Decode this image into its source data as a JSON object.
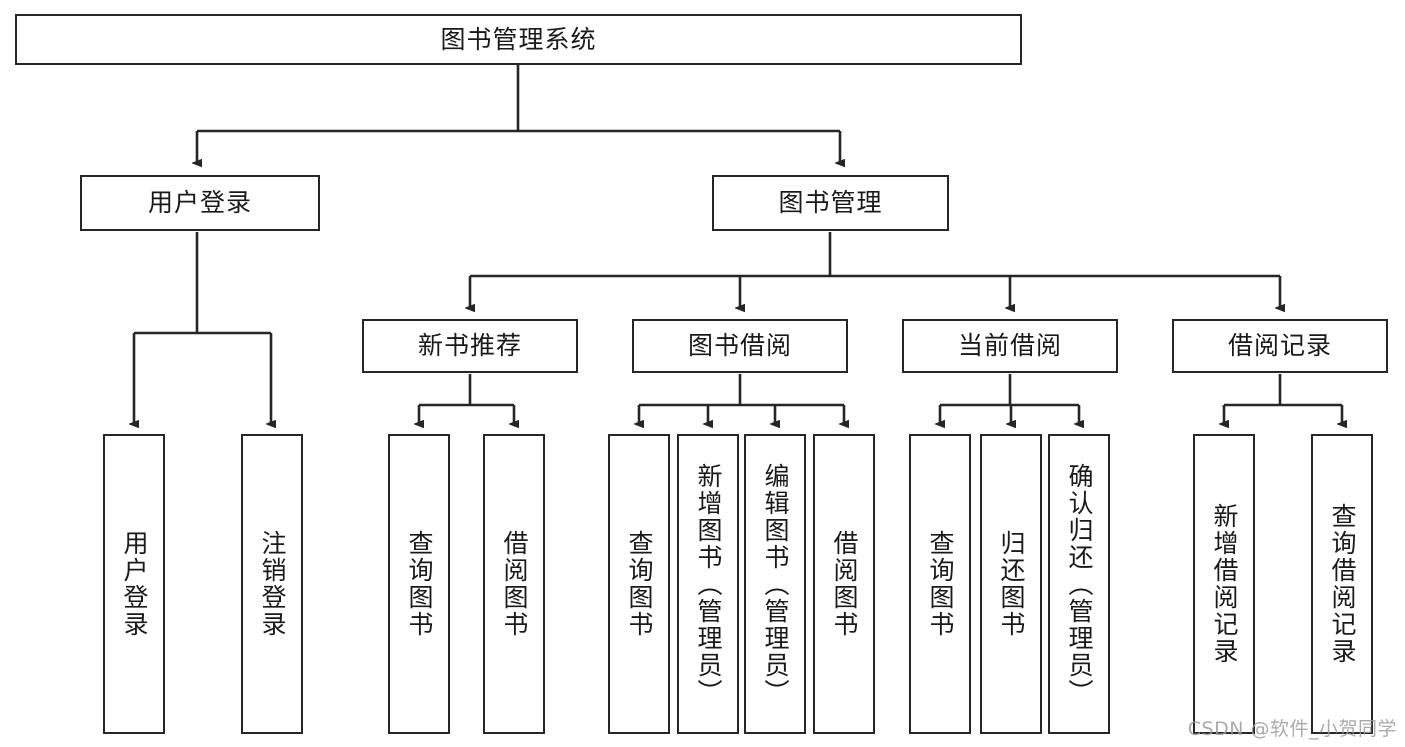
{
  "diagram": {
    "type": "tree-hierarchy",
    "title": "图书管理系统",
    "watermark": "CSDN @软件_小贺同学",
    "colors": {
      "stroke": "#262626",
      "fill": "#ffffff",
      "text": "#1a1a1a",
      "watermark": "#9c9c9c"
    },
    "levels": {
      "root": {
        "label": "图书管理系统"
      },
      "level2": [
        {
          "label": "用户登录"
        },
        {
          "label": "图书管理"
        }
      ],
      "level3": [
        {
          "label": "新书推荐"
        },
        {
          "label": "图书借阅"
        },
        {
          "label": "当前借阅"
        },
        {
          "label": "借阅记录"
        }
      ],
      "leaves": [
        {
          "label": "用户登录",
          "parent": "用户登录"
        },
        {
          "label": "注销登录",
          "parent": "用户登录"
        },
        {
          "label": "查询图书",
          "parent": "新书推荐"
        },
        {
          "label": "借阅图书",
          "parent": "新书推荐"
        },
        {
          "label": "查询图书",
          "parent": "图书借阅"
        },
        {
          "label": "新增图书（管理员）",
          "parent": "图书借阅"
        },
        {
          "label": "编辑图书（管理员）",
          "parent": "图书借阅"
        },
        {
          "label": "借阅图书",
          "parent": "图书借阅"
        },
        {
          "label": "查询图书",
          "parent": "当前借阅"
        },
        {
          "label": "归还图书",
          "parent": "当前借阅"
        },
        {
          "label": "确认归还（管理员）",
          "parent": "当前借阅"
        },
        {
          "label": "新增借阅记录",
          "parent": "借阅记录"
        },
        {
          "label": "查询借阅记录",
          "parent": "借阅记录"
        }
      ]
    }
  }
}
